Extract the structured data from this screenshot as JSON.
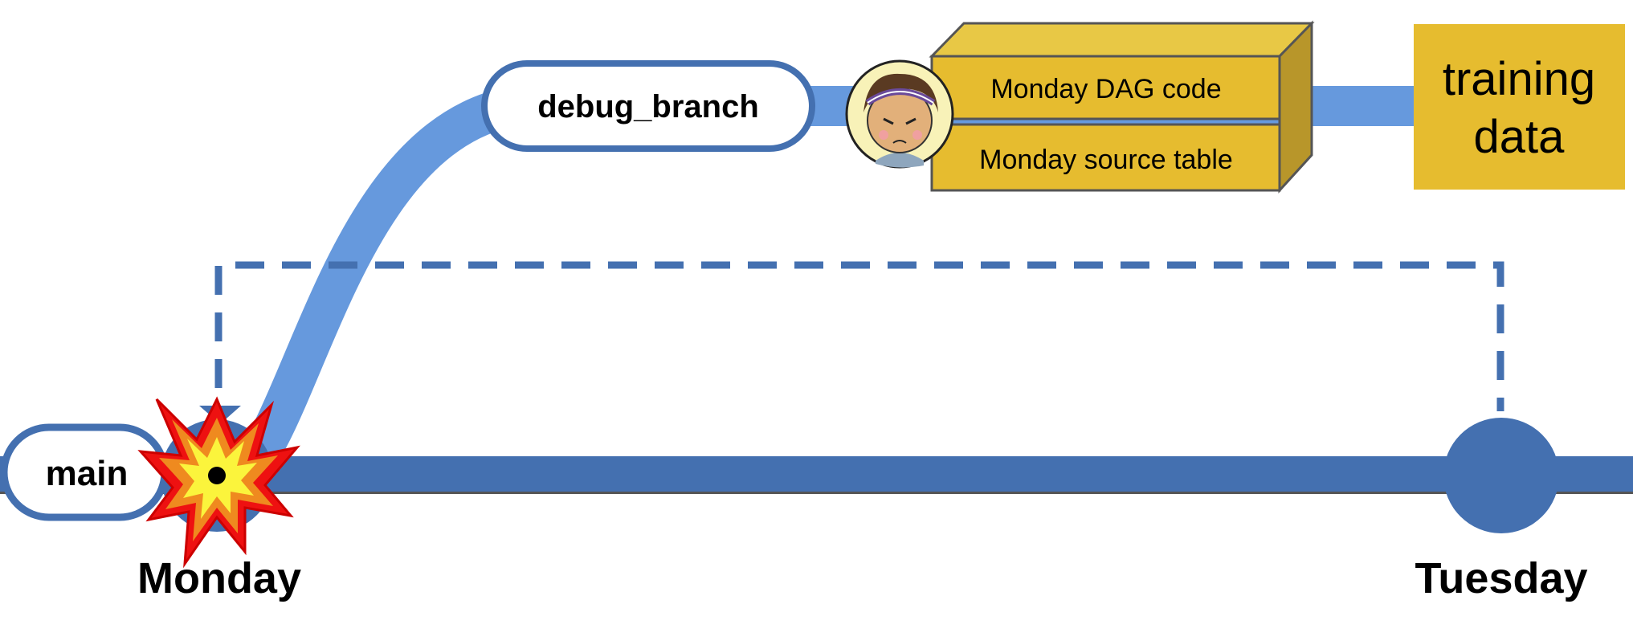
{
  "branches": {
    "main_label": "main",
    "debug_label": "debug_branch"
  },
  "days": {
    "monday": "Monday",
    "tuesday": "Tuesday"
  },
  "data_stack": {
    "top": "Monday DAG code",
    "bottom": "Monday source table"
  },
  "output": {
    "line1": "training",
    "line2": "data"
  },
  "colors": {
    "main_line": "#4470b0",
    "branch_line": "#6699dd",
    "gold": "#e6bc2f"
  },
  "icons": [
    "explosion-icon",
    "frustrated-person-icon"
  ]
}
